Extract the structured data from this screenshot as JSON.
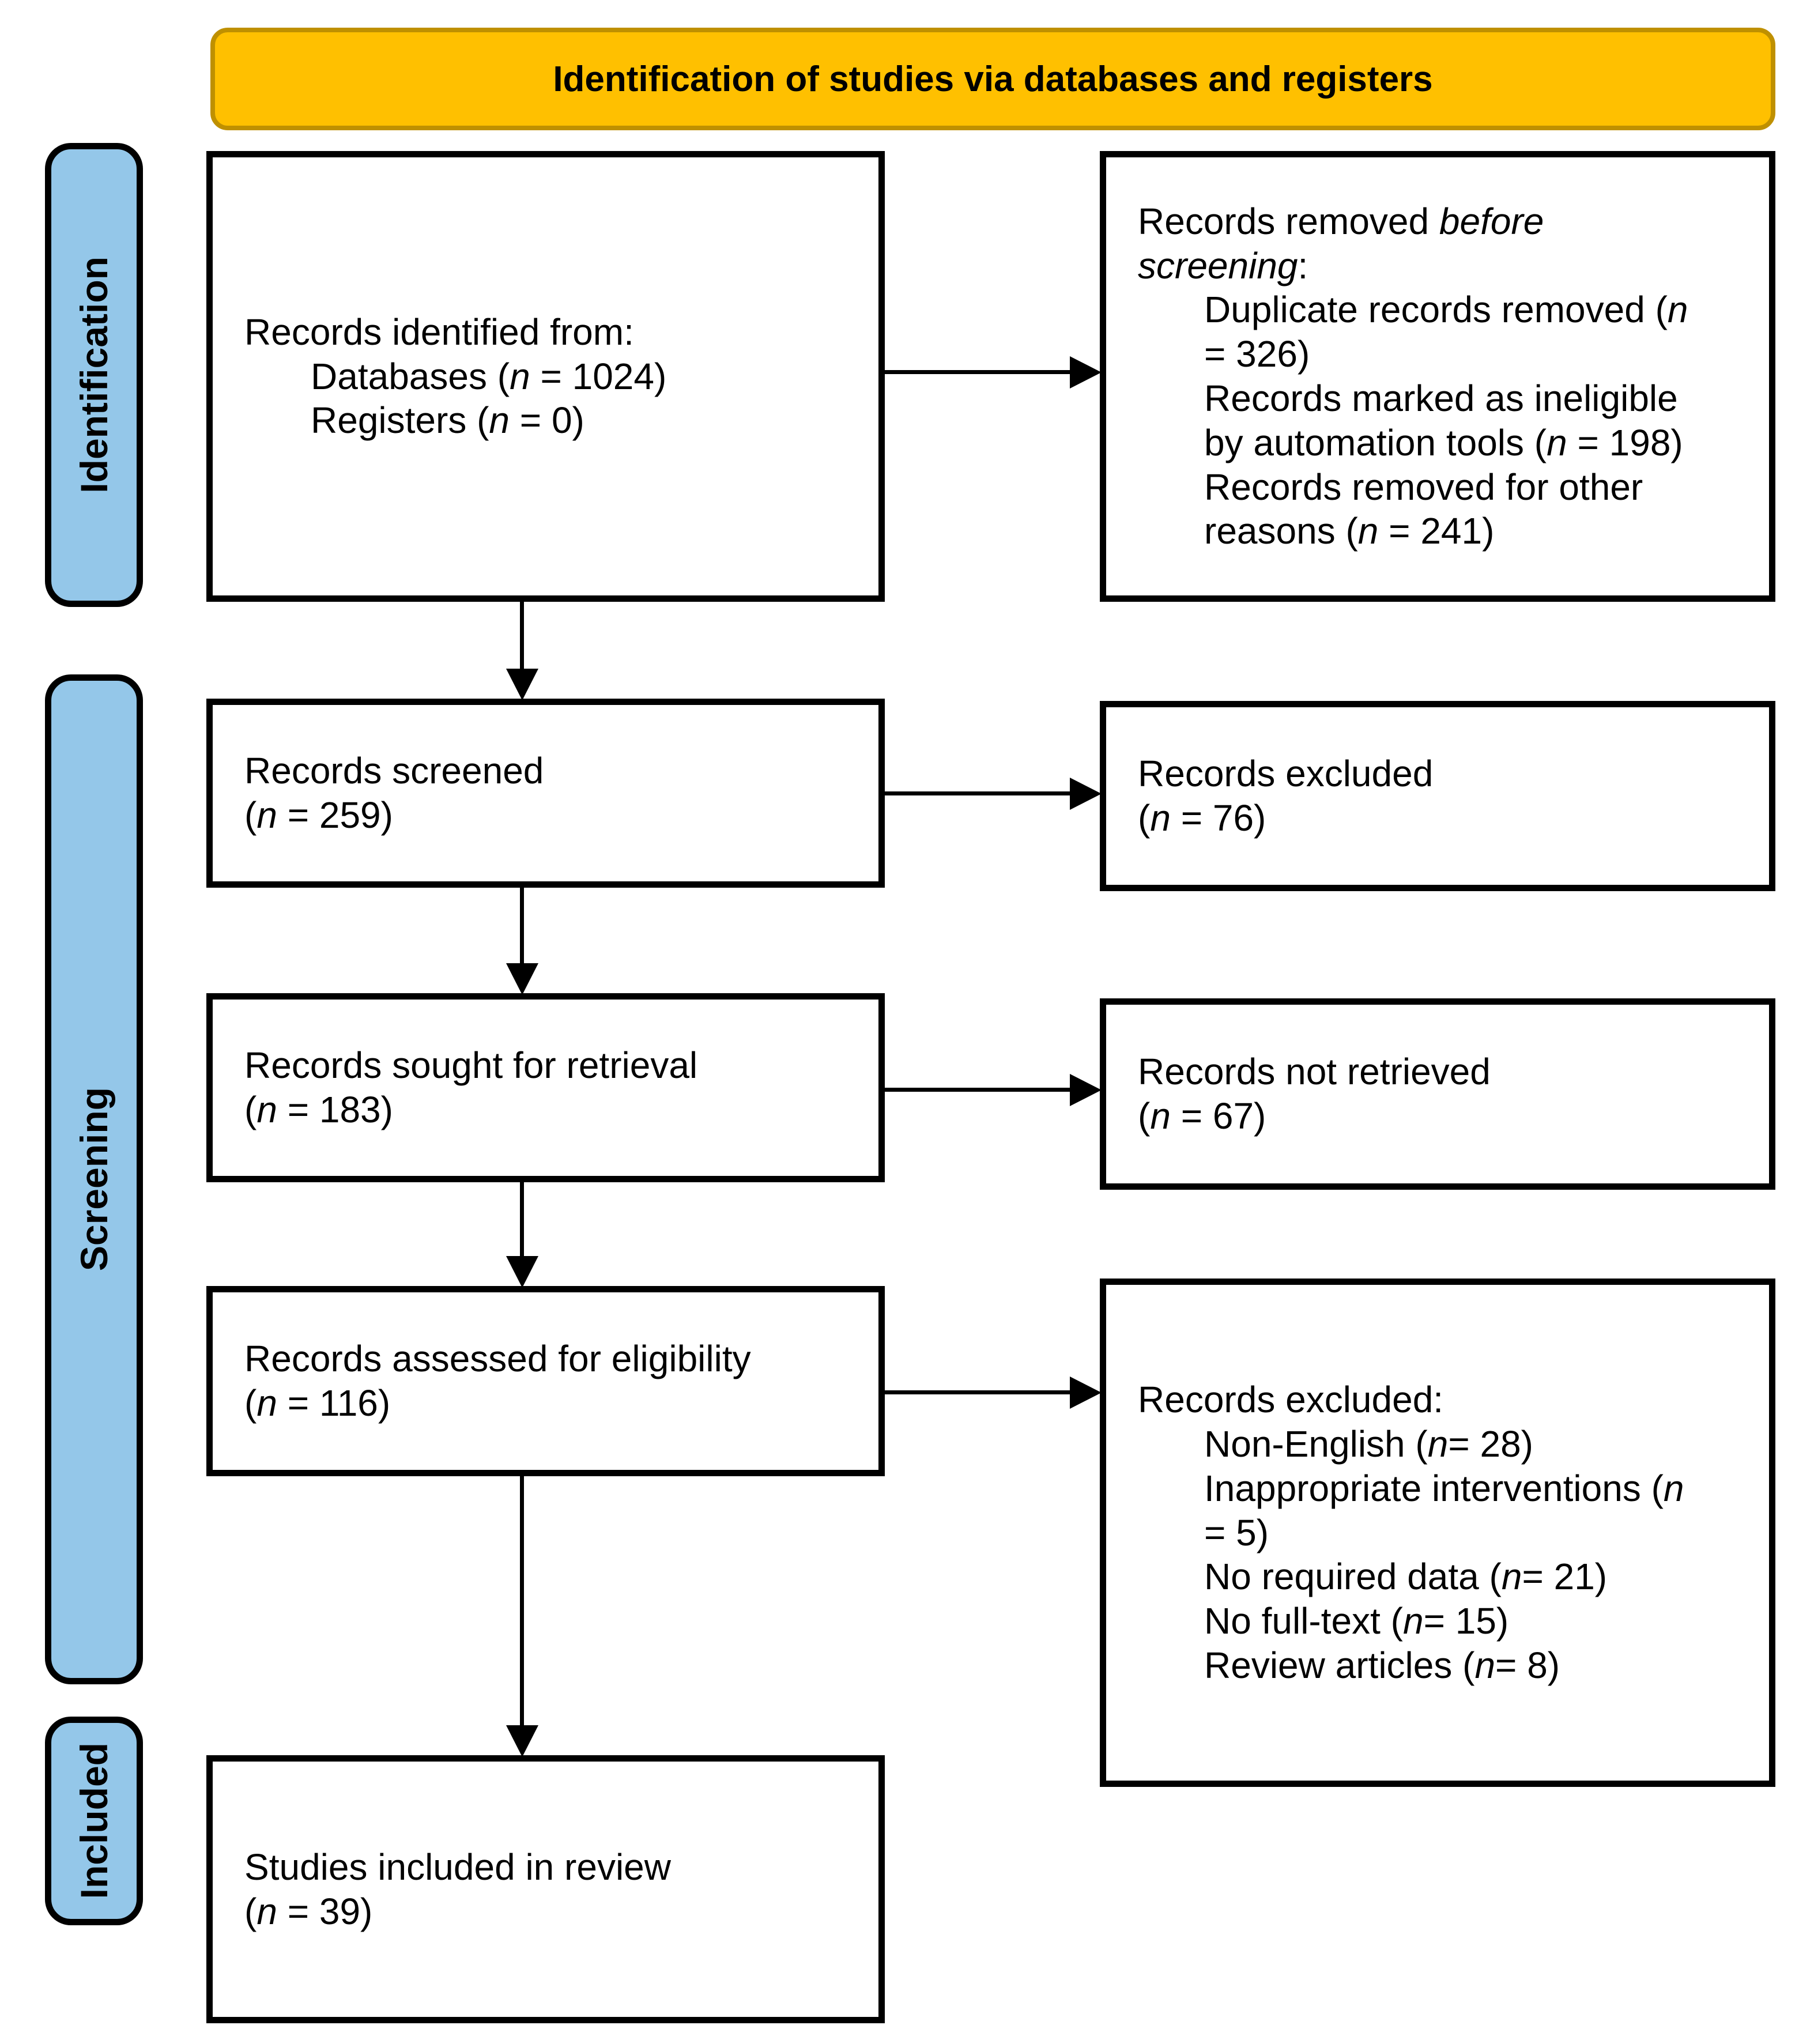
{
  "banner": {
    "title": "Identification of studies via databases and registers"
  },
  "colors": {
    "banner_bg": "#FFC000",
    "banner_border": "#BF9000",
    "label_bg": "#94C7E9",
    "box_border": "#000000",
    "arrow": "#000000"
  },
  "side_labels": {
    "identification": "Identification",
    "screening": "Screening",
    "included": "Included"
  },
  "boxes": {
    "records_identified": {
      "lines": [
        {
          "text": "Records identified from:",
          "indent": 0
        },
        {
          "text": "Databases (*n* = 1024)",
          "indent": 1
        },
        {
          "text": "Registers (*n* = 0)",
          "indent": 1
        }
      ]
    },
    "records_removed": {
      "lines": [
        {
          "text": "Records removed *before screening*:",
          "indent": 0
        },
        {
          "text": "Duplicate records removed (*n* = 326)",
          "indent": 1
        },
        {
          "text": "Records marked as ineligible by automation tools (*n* = 198)",
          "indent": 1
        },
        {
          "text": "Records removed for other reasons (*n* = 241)",
          "indent": 1
        }
      ]
    },
    "records_screened": {
      "lines": [
        {
          "text": "Records screened",
          "indent": 0
        },
        {
          "text": "(*n* = 259)",
          "indent": 0
        }
      ]
    },
    "records_excluded": {
      "lines": [
        {
          "text": "Records excluded",
          "indent": 0
        },
        {
          "text": "(*n* = 76)",
          "indent": 0
        }
      ]
    },
    "records_sought": {
      "lines": [
        {
          "text": "Records sought for retrieval",
          "indent": 0
        },
        {
          "text": "(*n* = 183)",
          "indent": 0
        }
      ]
    },
    "records_not_retrieved": {
      "lines": [
        {
          "text": "Records not retrieved",
          "indent": 0
        },
        {
          "text": "(*n* = 67)",
          "indent": 0
        }
      ]
    },
    "records_assessed": {
      "lines": [
        {
          "text": "Records assessed for eligibility",
          "indent": 0
        },
        {
          "text": "(*n* = 116)",
          "indent": 0
        }
      ]
    },
    "records_excluded_reasons": {
      "lines": [
        {
          "text": "Records excluded:",
          "indent": 0
        },
        {
          "text": "Non-English (*n*= 28)",
          "indent": 1
        },
        {
          "text": "Inappropriate interventions (*n* = 5)",
          "indent": 1
        },
        {
          "text": "No required data (*n*= 21)",
          "indent": 1
        },
        {
          "text": "No full-text (*n*= 15)",
          "indent": 1
        },
        {
          "text": "Review articles (*n*= 8)",
          "indent": 1
        }
      ]
    },
    "studies_included": {
      "lines": [
        {
          "text": "Studies included in review",
          "indent": 0
        },
        {
          "text": "(*n* = 39)",
          "indent": 0
        }
      ]
    }
  }
}
